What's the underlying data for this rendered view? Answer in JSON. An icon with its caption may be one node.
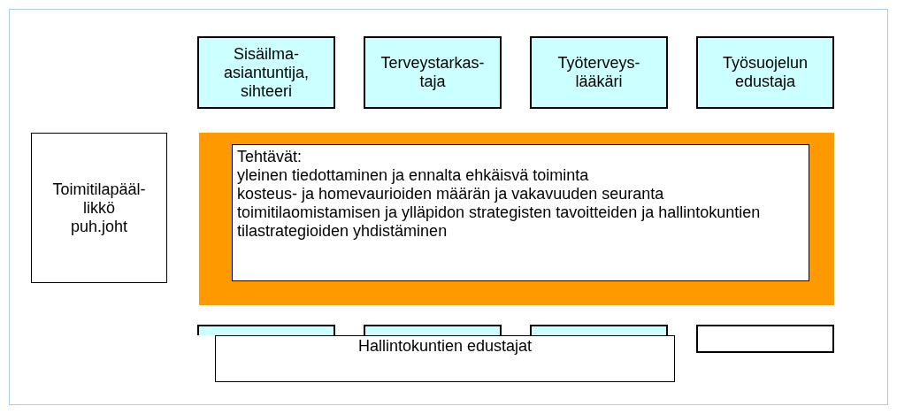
{
  "diagram": {
    "nodes": [
      {
        "text": [
          "Sisäilma- asiantuntija, sihteeri"
        ]
      },
      {
        "text": [
          "Terveystarkas- taja"
        ]
      },
      {
        "text": [
          "Työterveys- lääkäri"
        ]
      },
      {
        "text": [
          "Työsuojelun edustaja"
        ]
      },
      {
        "text": [
          "Toimitilapääl- likkö puh.joht"
        ]
      },
      {
        "text": [],
        "shape": "box"
      },
      {
        "text": [
          "Tehtävät:",
          "yleinen tiedottaminen ja ennalta ehkäisvä toiminta",
          "kosteus- ja homevaurioiden määrän ja vakavuuden seuranta",
          "toimitilaomistamisen ja ylläpidon strategisten tavoitteiden ja hallintokuntien tilastrategioiden yhdistäminen"
        ],
        "in": 5
      },
      {
        "text": [],
        "shape": "box"
      },
      {
        "text": [],
        "shape": "box"
      },
      {
        "text": [],
        "shape": "box"
      },
      {
        "text": [],
        "shape": "box"
      },
      {
        "text": [
          "Hallintokuntien edustajat"
        ]
      }
    ],
    "edges": []
  }
}
